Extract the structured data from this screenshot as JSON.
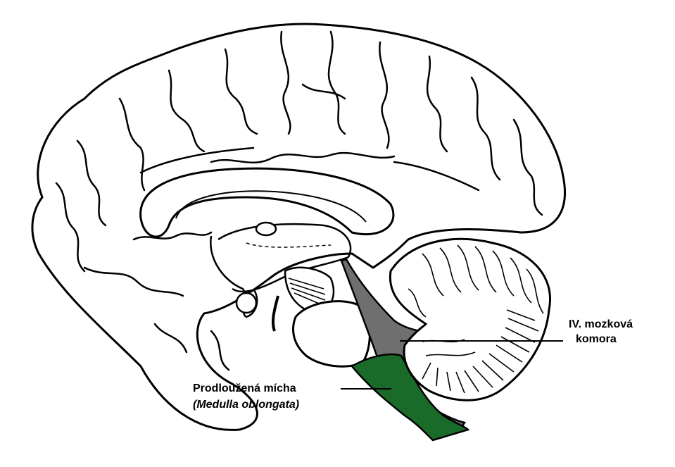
{
  "labels": {
    "fourth_ventricle_line1": "IV. mozková",
    "fourth_ventricle_line2": "komora",
    "medulla_name": "Prodloužená mícha",
    "medulla_latin": "(Medulla oblongata)"
  },
  "colors": {
    "medulla_highlight": "#1a6b2a",
    "ventricle_highlight": "#6f6f6f",
    "outline": "#000000",
    "background": "#ffffff"
  }
}
